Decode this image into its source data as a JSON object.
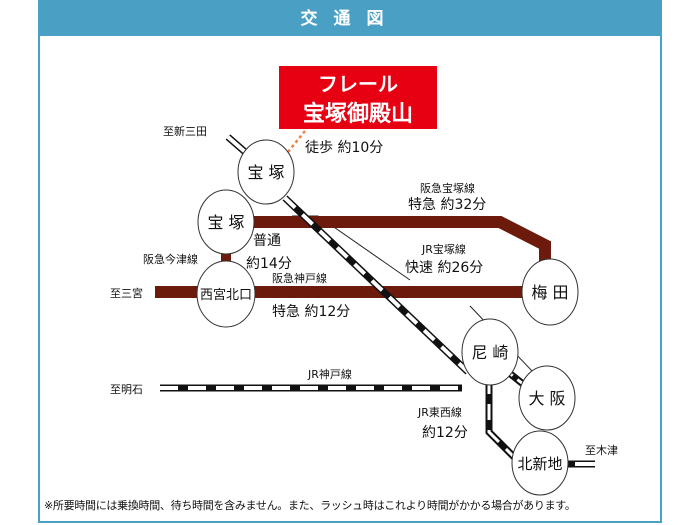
{
  "header": {
    "title": "交通図"
  },
  "property": {
    "line1": "フレール",
    "line2": "宝塚御殿山",
    "walk": "徒歩 約10分"
  },
  "stations": {
    "jr_takarazuka": "宝 塚",
    "hankyu_takarazuka": "宝 塚",
    "nishinomiya": "西宮北口",
    "umeda": "梅 田",
    "amagasaki": "尼 崎",
    "osaka": "大 阪",
    "kitashinchi": "北新地"
  },
  "directions": {
    "shinsanda": "至新三田",
    "sannomiya": "至三宮",
    "akashi": "至明石",
    "kizu": "至木津"
  },
  "lines": {
    "hankyu_takarazuka": {
      "name": "阪急宝塚線",
      "time": "特急 約32分"
    },
    "jr_takarazuka": {
      "name": "JR宝塚線",
      "time": "快速 約26分"
    },
    "imazu": {
      "name": "阪急今津線",
      "time1": "普通",
      "time2": "約14分"
    },
    "hankyu_kobe": {
      "name": "阪急神戸線",
      "time": "特急 約12分"
    },
    "jr_kobe": {
      "name": "JR神戸線"
    },
    "jr_tozai": {
      "name": "JR東西線",
      "time": "約12分"
    }
  },
  "footnote": "※所要時間には乗換時間、待ち時間を含みません。また、ラッシュ時はこれより時間がかかる場合があります。",
  "colors": {
    "header": "#4a9fc4",
    "hankyu": "#6b1a0c",
    "property": "#e60012"
  }
}
